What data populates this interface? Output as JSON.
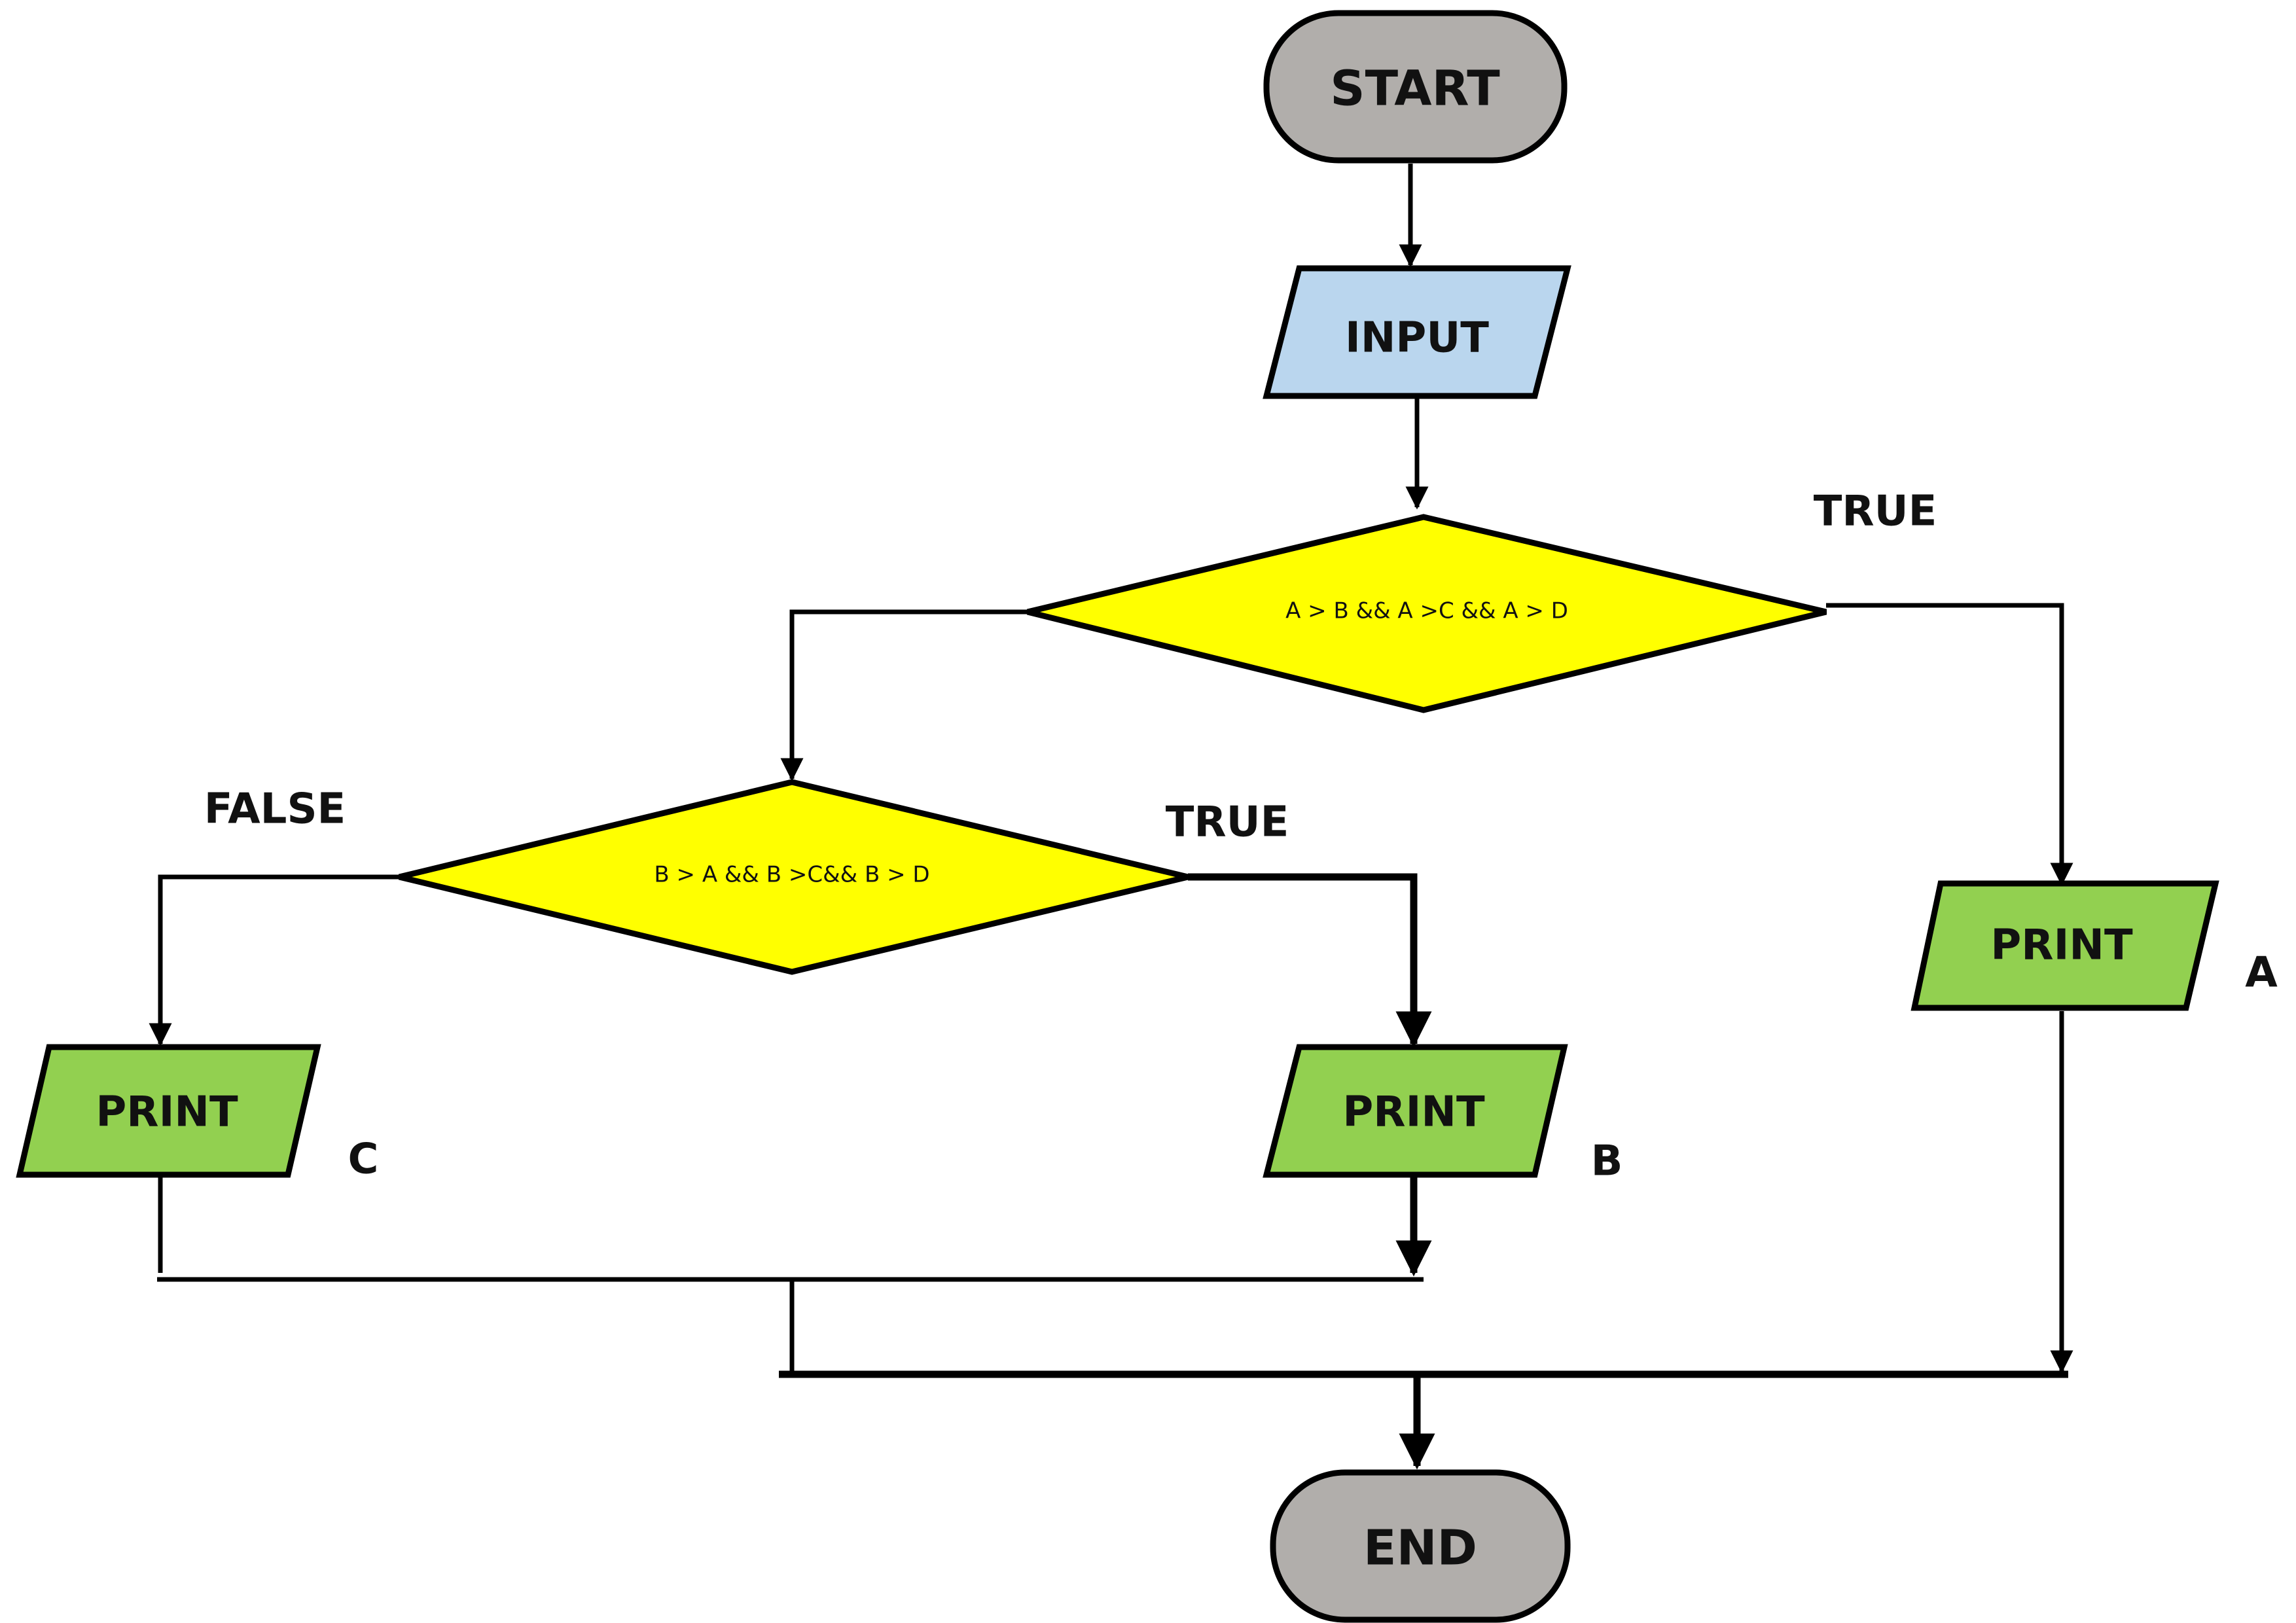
{
  "nodes": {
    "start": {
      "label": "START"
    },
    "input": {
      "label": "INPUT"
    },
    "decision1": {
      "label": "A > B && A >C && A > D"
    },
    "decision2": {
      "label": "B > A && B >C&& B > D"
    },
    "print_a": {
      "label": "PRINT",
      "side_label": "A"
    },
    "print_b": {
      "label": "PRINT",
      "side_label": "B"
    },
    "print_c": {
      "label": "PRINT",
      "side_label": "C"
    },
    "end": {
      "label": "END"
    }
  },
  "edges": {
    "decision1_true": "TRUE",
    "decision2_true": "TRUE",
    "decision2_false": "FALSE"
  },
  "colors": {
    "terminal": "#b1aeab",
    "input": "#bad6ee",
    "decision": "#ffff00",
    "print": "#92d050"
  }
}
